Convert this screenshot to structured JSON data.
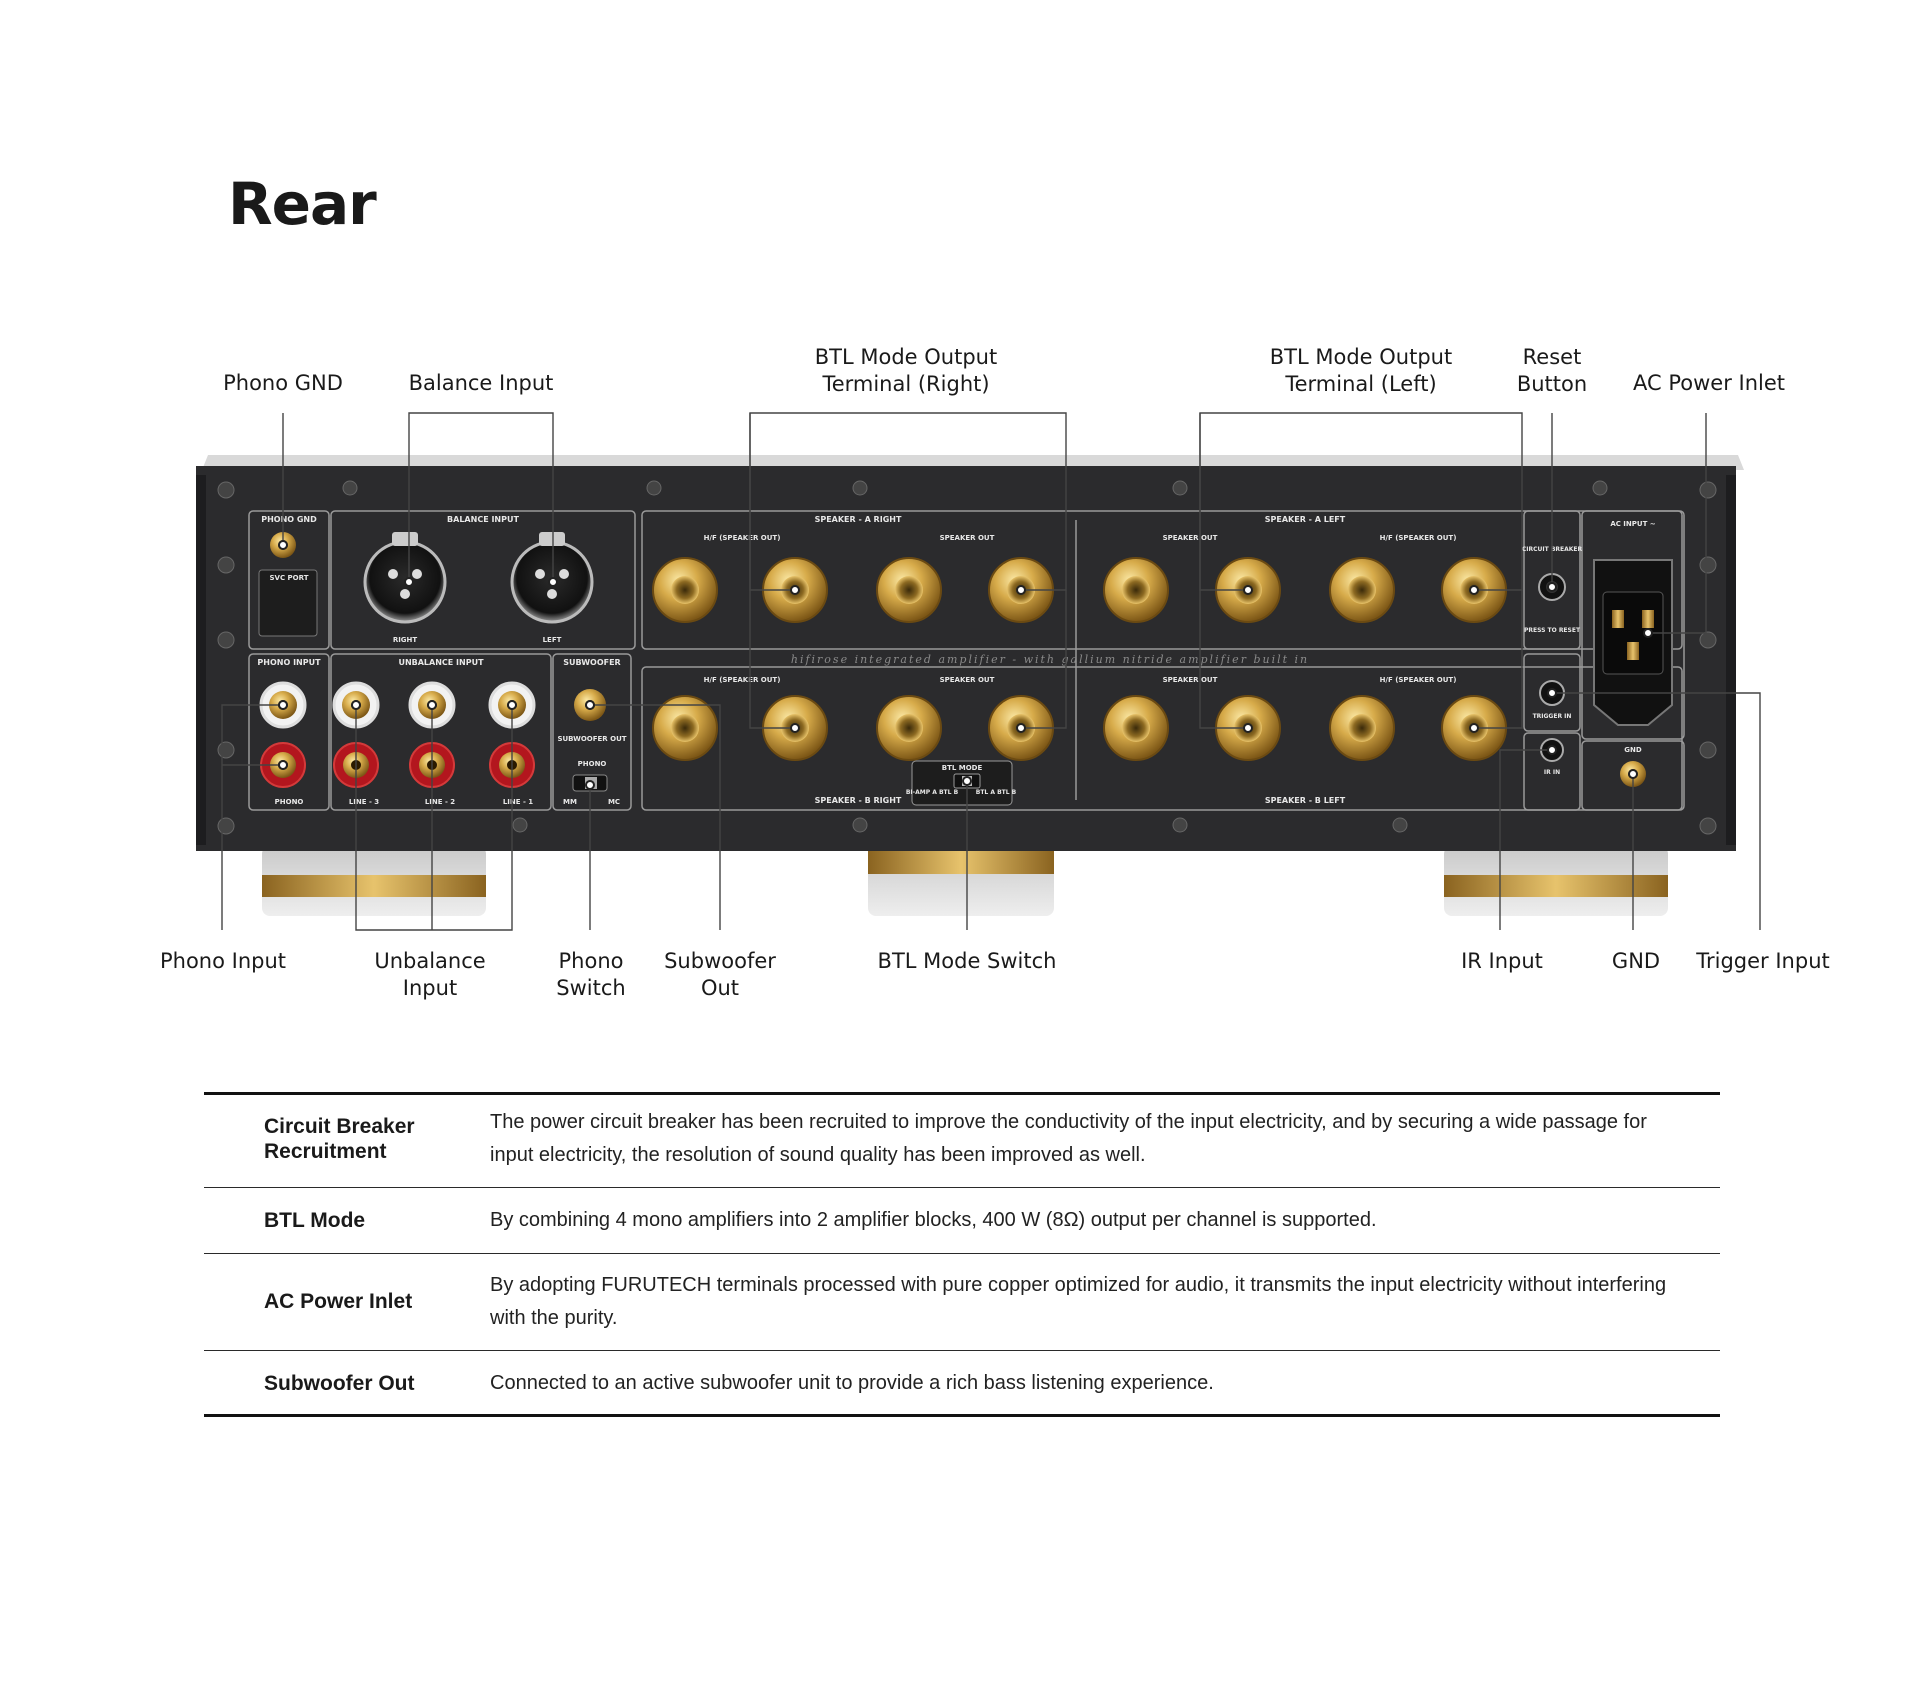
{
  "page": {
    "title": "Rear"
  },
  "callouts": {
    "phono_gnd": "Phono GND",
    "balance_input": "Balance Input",
    "btl_right_l1": "BTL Mode Output",
    "btl_right_l2": "Terminal (Right)",
    "btl_left_l1": "BTL Mode Output",
    "btl_left_l2": "Terminal (Left)",
    "reset_l1": "Reset",
    "reset_l2": "Button",
    "ac_power_inlet": "AC Power Inlet",
    "phono_input": "Phono Input",
    "unbalance_l1": "Unbalance",
    "unbalance_l2": "Input",
    "phono_switch_l1": "Phono",
    "phono_switch_l2": "Switch",
    "subwoofer_l1": "Subwoofer",
    "subwoofer_l2": "Out",
    "btl_mode_switch": "BTL Mode Switch",
    "ir_input": "IR Input",
    "gnd": "GND",
    "trigger_input": "Trigger Input"
  },
  "panel_labels": {
    "phono_gnd": "PHONO GND",
    "balance_input": "BALANCE INPUT",
    "svc_port": "SVC PORT",
    "right": "RIGHT",
    "left": "LEFT",
    "phono_input": "PHONO INPUT",
    "unbalance_input": "UNBALANCE INPUT",
    "subwoofer": "SUBWOOFER",
    "subwoofer_out": "SUBWOOFER OUT",
    "phono": "PHONO",
    "mm": "MM",
    "mc": "MC",
    "phono_bottom": "PHONO",
    "line3": "LINE - 3",
    "line2": "LINE - 2",
    "line1": "LINE - 1",
    "speaker_a_right": "SPEAKER - A  RIGHT",
    "speaker_a_left": "SPEAKER - A  LEFT",
    "speaker_b_right": "SPEAKER - B  RIGHT",
    "speaker_b_left": "SPEAKER - B  LEFT",
    "hf_speaker_out": "H/F (SPEAKER OUT)",
    "speaker_out": "SPEAKER OUT",
    "btl_mode": "BTL MODE",
    "bi_amp": "BI-AMP A BTL B",
    "btl_a": "BTL A BTL B",
    "circuit_breaker": "CIRCUIT BREAKER",
    "press_to_reset": "PRESS TO RESET",
    "trigger_in": "TRIGGER IN",
    "ir_in": "IR IN",
    "ac_input": "AC INPUT ~",
    "gnd": "GND",
    "tagline": "hifirose integrated amplifier - with gallium nitride amplifier built in"
  },
  "features": [
    {
      "name": "Circuit Breaker Recruitment",
      "desc": "The power circuit breaker has been recruited to improve the conductivity of the input electricity, and by securing a wide passage for input electricity, the resolution of sound quality has been improved as well."
    },
    {
      "name": "BTL Mode",
      "desc": "By combining 4 mono amplifiers into 2 amplifier blocks, 400 W (8Ω) output per channel is supported."
    },
    {
      "name": "AC Power Inlet",
      "desc": "By adopting FURUTECH terminals processed with pure copper optimized for audio, it transmits the input electricity without interfering with the purity."
    },
    {
      "name": "Subwoofer Out",
      "desc": "Connected to an active subwoofer unit to provide a rich bass listening experience."
    }
  ]
}
